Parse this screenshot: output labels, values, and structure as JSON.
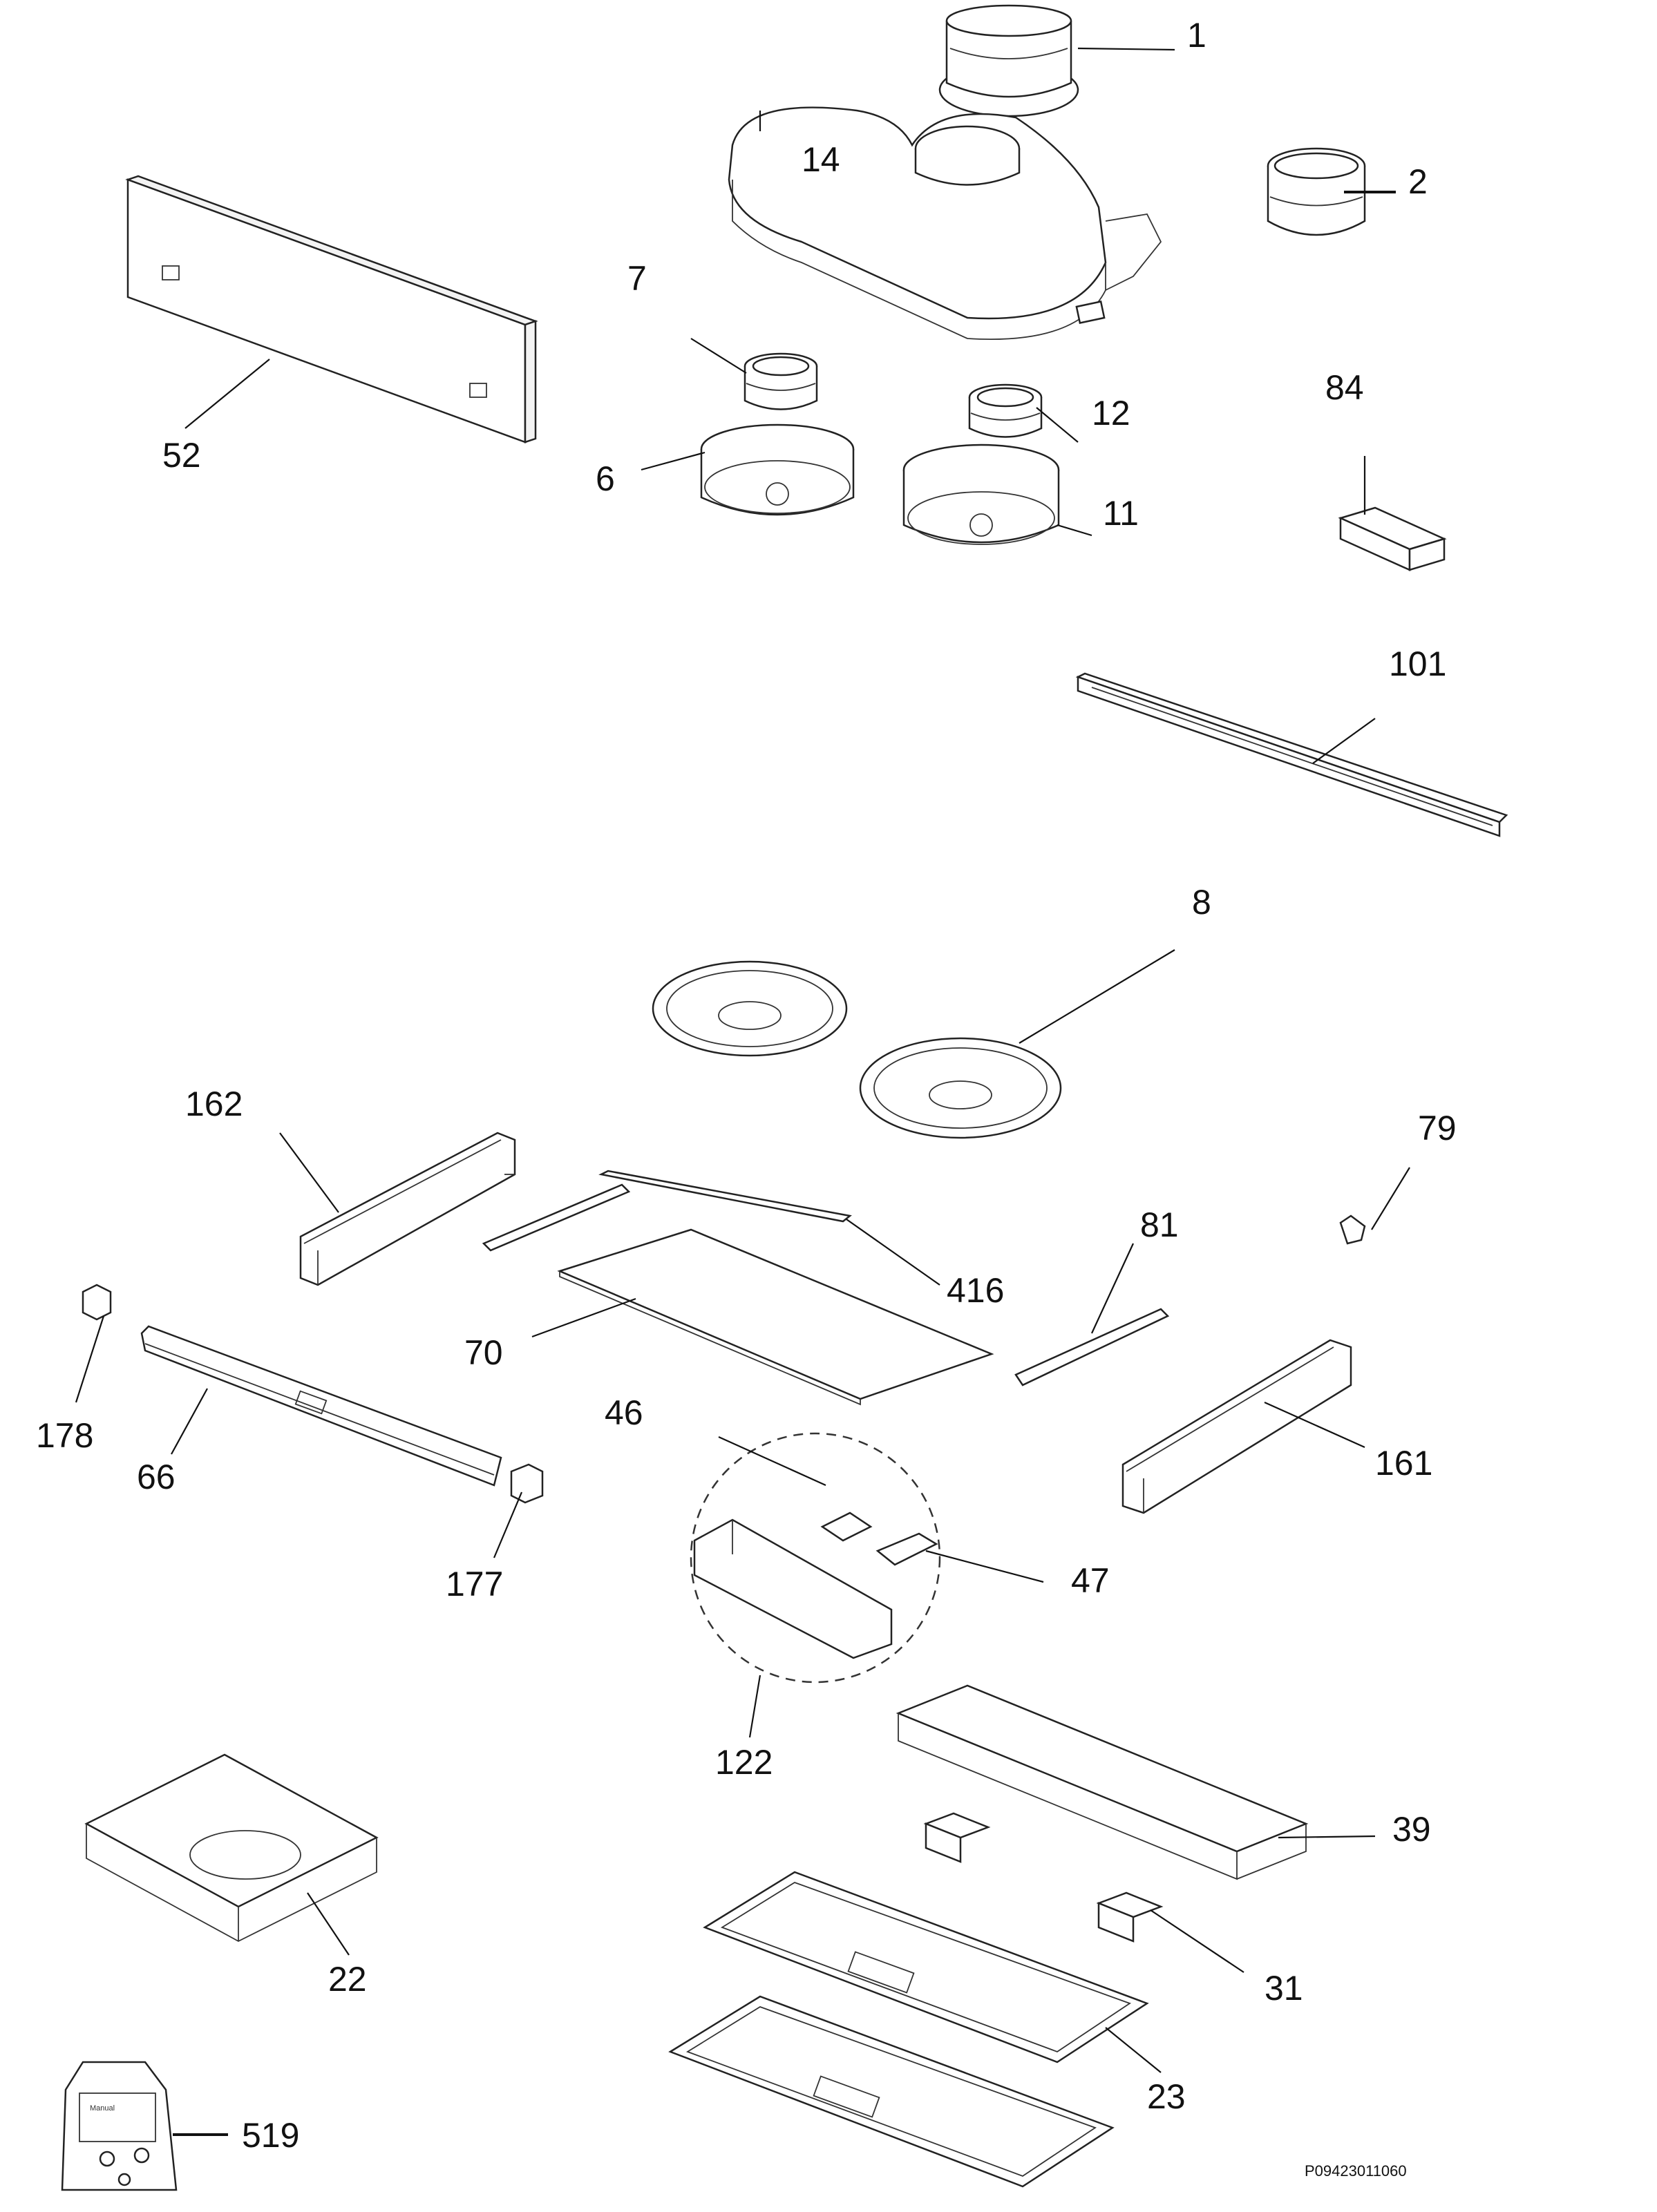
{
  "diagram": {
    "callouts": [
      {
        "id": "1",
        "text": "1"
      },
      {
        "id": "2",
        "text": "2"
      },
      {
        "id": "14",
        "text": "14"
      },
      {
        "id": "52",
        "text": "52"
      },
      {
        "id": "7",
        "text": "7"
      },
      {
        "id": "6",
        "text": "6"
      },
      {
        "id": "12",
        "text": "12"
      },
      {
        "id": "11",
        "text": "11"
      },
      {
        "id": "84",
        "text": "84"
      },
      {
        "id": "101",
        "text": "101"
      },
      {
        "id": "8",
        "text": "8"
      },
      {
        "id": "162",
        "text": "162"
      },
      {
        "id": "79",
        "text": "79"
      },
      {
        "id": "81",
        "text": "81"
      },
      {
        "id": "416",
        "text": "416"
      },
      {
        "id": "70",
        "text": "70"
      },
      {
        "id": "178",
        "text": "178"
      },
      {
        "id": "66",
        "text": "66"
      },
      {
        "id": "46",
        "text": "46"
      },
      {
        "id": "161",
        "text": "161"
      },
      {
        "id": "47",
        "text": "47"
      },
      {
        "id": "177",
        "text": "177"
      },
      {
        "id": "122",
        "text": "122"
      },
      {
        "id": "39",
        "text": "39"
      },
      {
        "id": "22",
        "text": "22"
      },
      {
        "id": "31",
        "text": "31"
      },
      {
        "id": "23",
        "text": "23"
      },
      {
        "id": "519",
        "text": "519"
      }
    ],
    "drawing_code": "P09423011060",
    "manual_bag_text": "Manual"
  }
}
